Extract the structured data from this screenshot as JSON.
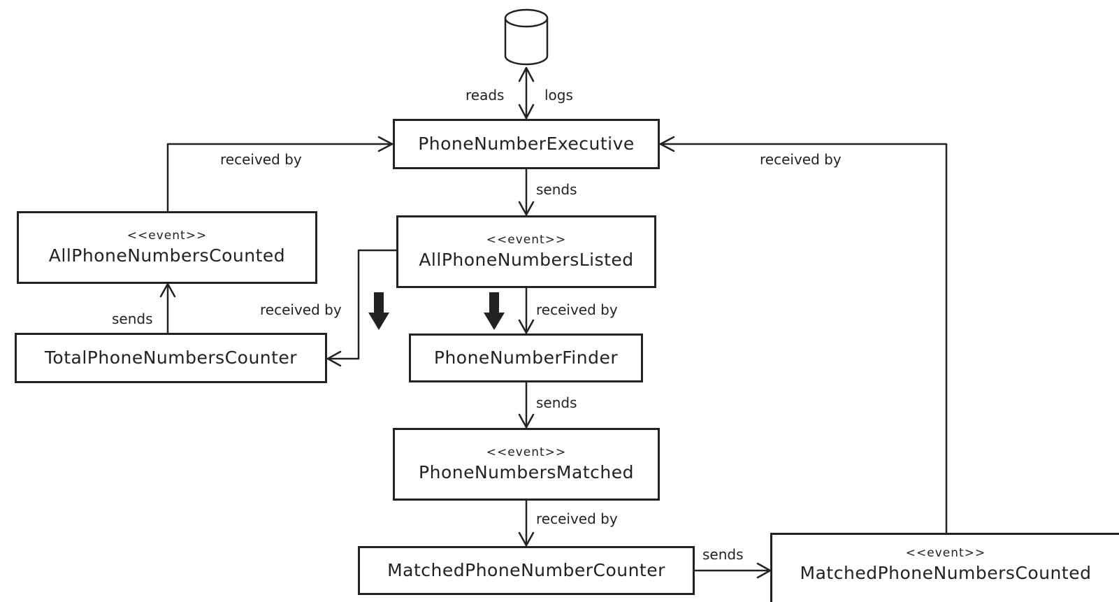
{
  "nodes": {
    "executive": {
      "name": "PhoneNumberExecutive"
    },
    "all_listed": {
      "stereotype": "<<event>>",
      "name": "AllPhoneNumbersListed"
    },
    "all_counted": {
      "stereotype": "<<event>>",
      "name": "AllPhoneNumbersCounted"
    },
    "total_counter": {
      "name": "TotalPhoneNumbersCounter"
    },
    "finder": {
      "name": "PhoneNumberFinder"
    },
    "matched": {
      "stereotype": "<<event>>",
      "name": "PhoneNumbersMatched"
    },
    "matched_counter": {
      "name": "MatchedPhoneNumberCounter"
    },
    "matched_counted": {
      "stereotype": "<<event>>",
      "name": "MatchedPhoneNumbersCounted"
    }
  },
  "edge_labels": {
    "reads": "reads",
    "logs": "logs",
    "received_by_top_left": "received by",
    "received_by_top_right": "received by",
    "sends_exec": "sends",
    "sends_total": "sends",
    "received_by_listed_left": "received by",
    "received_by_listed_center": "received by",
    "sends_finder": "sends",
    "received_by_matched": "received by",
    "sends_matched_counter": "sends"
  }
}
